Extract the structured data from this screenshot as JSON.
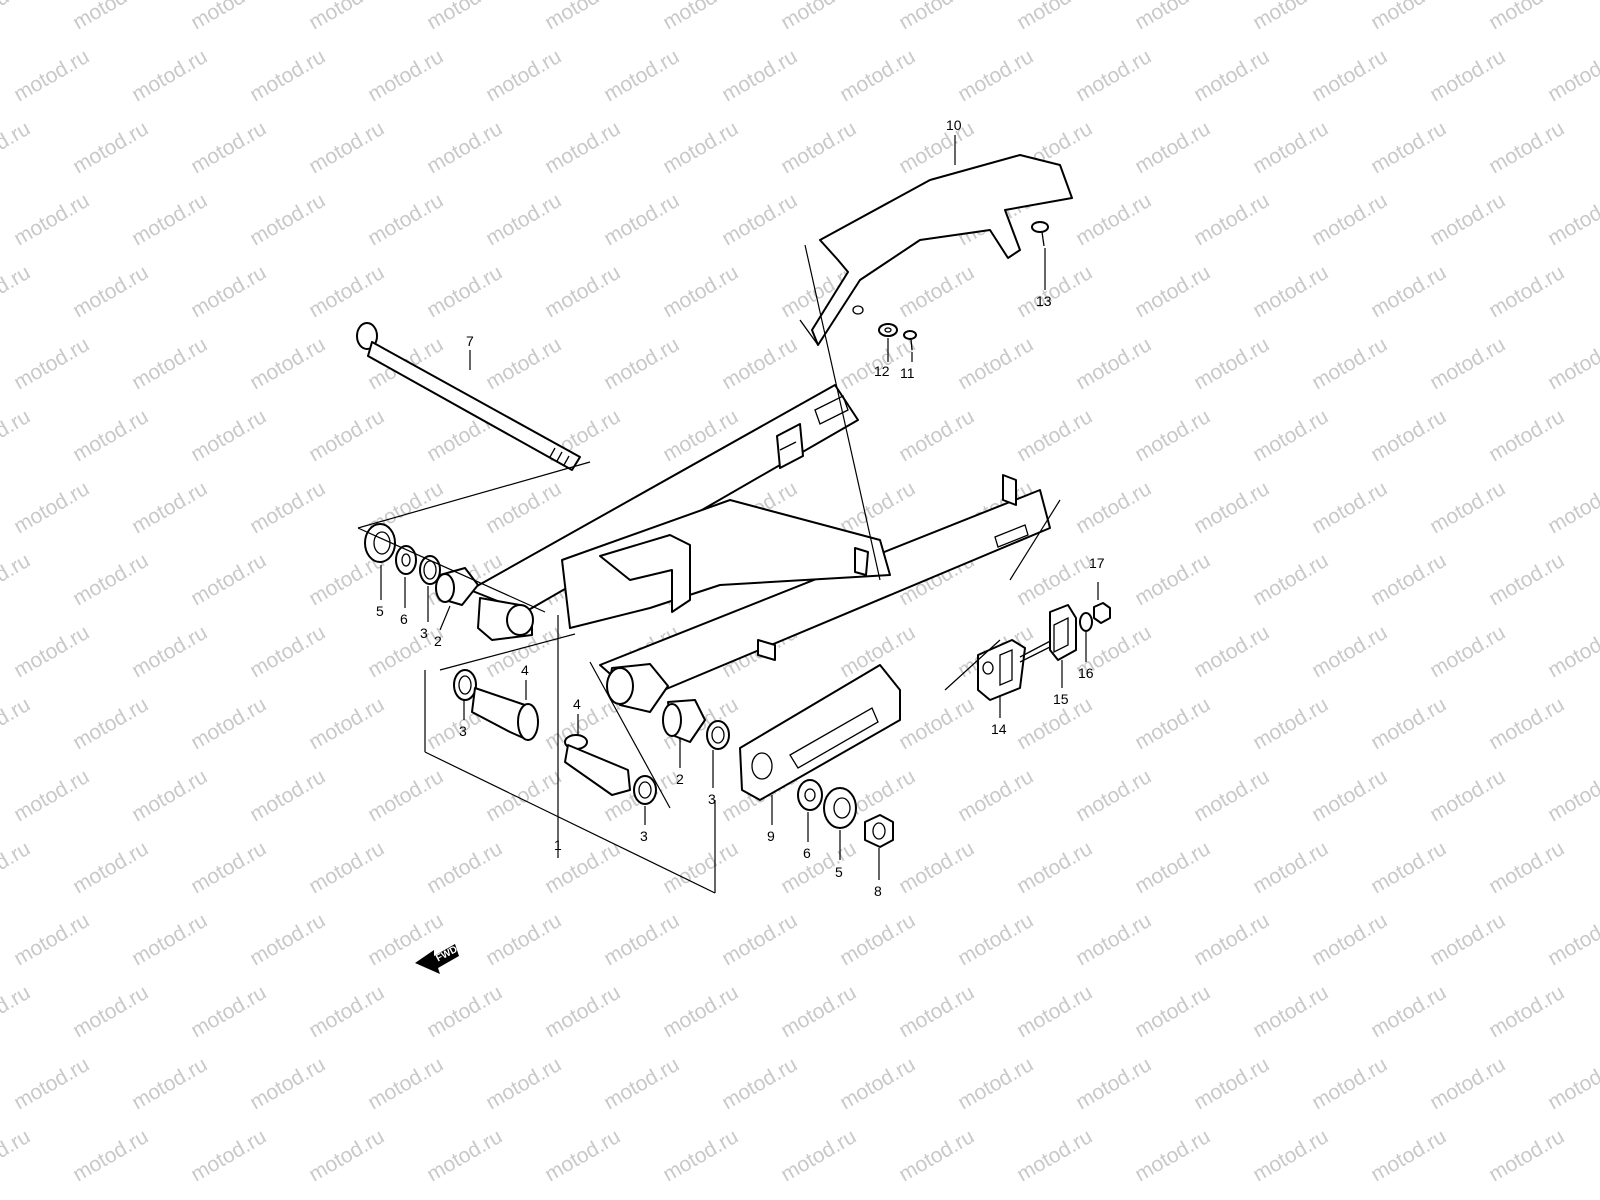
{
  "watermark": {
    "text": "motod.ru"
  },
  "direction_arrow": {
    "label": "FWD"
  },
  "callouts": [
    {
      "id": "c1",
      "label": "1"
    },
    {
      "id": "c2a",
      "label": "2"
    },
    {
      "id": "c2b",
      "label": "2"
    },
    {
      "id": "c3a",
      "label": "3"
    },
    {
      "id": "c3b",
      "label": "3"
    },
    {
      "id": "c3c",
      "label": "3"
    },
    {
      "id": "c3d",
      "label": "3"
    },
    {
      "id": "c4a",
      "label": "4"
    },
    {
      "id": "c4b",
      "label": "4"
    },
    {
      "id": "c5a",
      "label": "5"
    },
    {
      "id": "c5b",
      "label": "5"
    },
    {
      "id": "c6a",
      "label": "6"
    },
    {
      "id": "c6b",
      "label": "6"
    },
    {
      "id": "c7",
      "label": "7"
    },
    {
      "id": "c8",
      "label": "8"
    },
    {
      "id": "c9",
      "label": "9"
    },
    {
      "id": "c10",
      "label": "10"
    },
    {
      "id": "c11",
      "label": "11"
    },
    {
      "id": "c12",
      "label": "12"
    },
    {
      "id": "c13",
      "label": "13"
    },
    {
      "id": "c14",
      "label": "14"
    },
    {
      "id": "c15",
      "label": "15"
    },
    {
      "id": "c16",
      "label": "16"
    },
    {
      "id": "c17",
      "label": "17"
    }
  ]
}
